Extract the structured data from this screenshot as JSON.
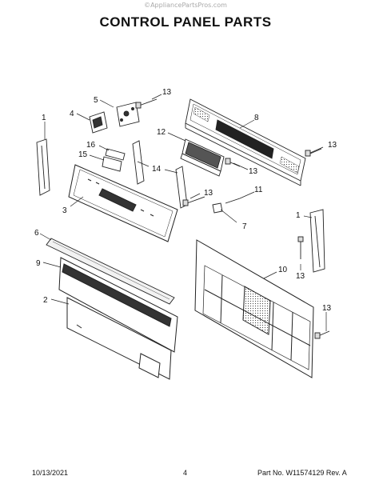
{
  "watermark": "©AppliancePartsPros.com",
  "title": "CONTROL PANEL PARTS",
  "callouts": [
    "1",
    "2",
    "3",
    "4",
    "5",
    "6",
    "7",
    "8",
    "9",
    "10",
    "11",
    "12",
    "13",
    "14",
    "15",
    "16"
  ],
  "footer": {
    "date": "10/13/2021",
    "page": "4",
    "part_info": "Part No. W11574129  Rev. A"
  }
}
